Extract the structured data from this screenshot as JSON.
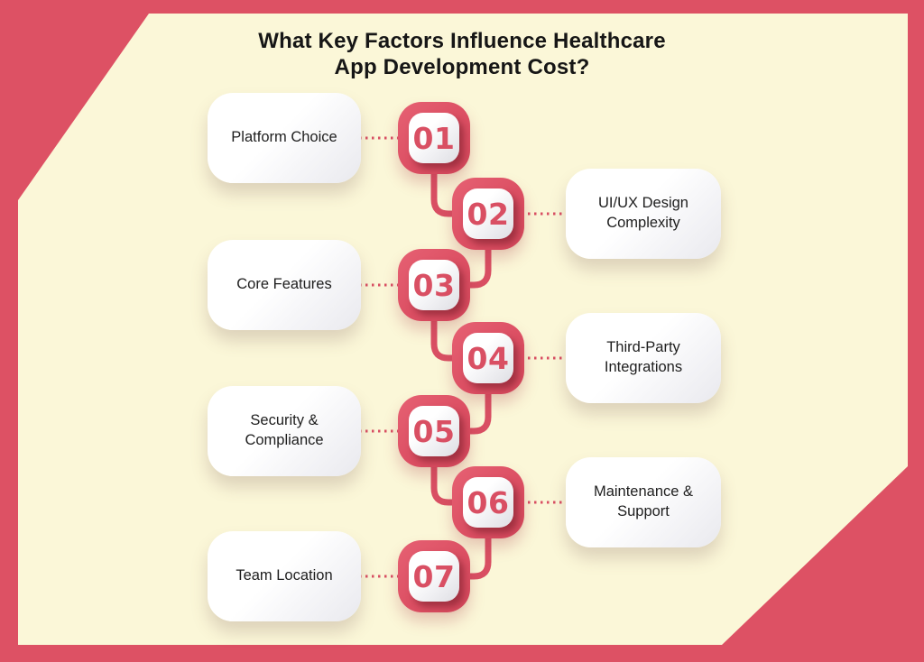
{
  "title": {
    "line1": "What Key Factors Influence Healthcare",
    "line2": "App Development Cost?"
  },
  "factors": [
    {
      "num": "01",
      "label": "Platform Choice",
      "side": "left"
    },
    {
      "num": "02",
      "label": "UI/UX Design Complexity",
      "side": "right"
    },
    {
      "num": "03",
      "label": "Core Features",
      "side": "left"
    },
    {
      "num": "04",
      "label": "Third-Party Integrations",
      "side": "right"
    },
    {
      "num": "05",
      "label": "Security & Compliance",
      "side": "left"
    },
    {
      "num": "06",
      "label": "Maintenance & Support",
      "side": "right"
    },
    {
      "num": "07",
      "label": "Team Location",
      "side": "left"
    }
  ],
  "colors": {
    "background_red": "#dd5164",
    "panel_cream": "#fbf7d8",
    "accent_red": "#d94f63",
    "title_text": "#161616",
    "card_text": "#1e1e1e"
  }
}
